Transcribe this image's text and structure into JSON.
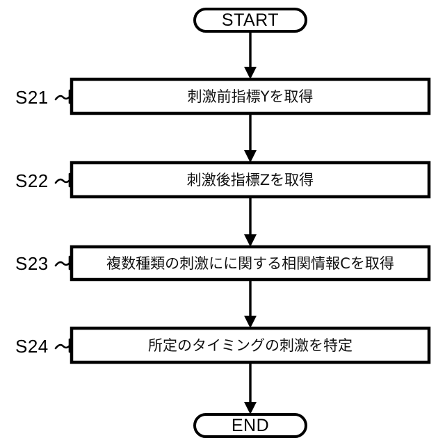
{
  "diagram": {
    "type": "flowchart",
    "orientation": "vertical",
    "language": "ja",
    "start_label": "START",
    "end_label": "END",
    "nodes": [
      {
        "step": "S21",
        "text": "刺激前指標Yを取得"
      },
      {
        "step": "S22",
        "text": "刺激後指標Zを取得"
      },
      {
        "step": "S23",
        "text": "複数種類の刺激にに関する相関情報Cを取得"
      },
      {
        "step": "S24",
        "text": "所定のタイミングの刺激を特定"
      }
    ],
    "colors": {
      "stroke": "#000000",
      "fill": "#ffffff",
      "text": "#000000",
      "background": "#ffffff"
    }
  }
}
